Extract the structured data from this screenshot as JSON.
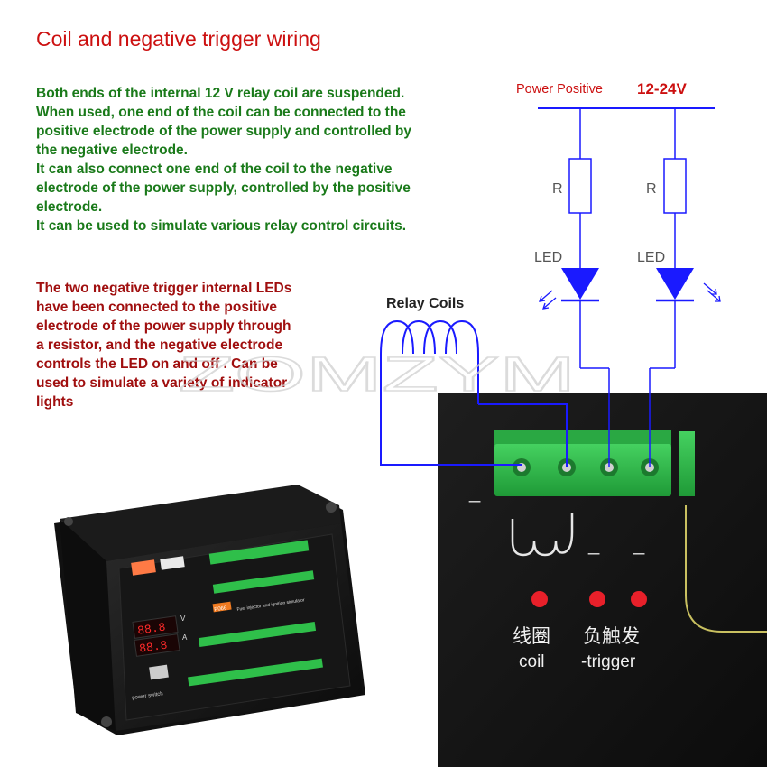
{
  "title": "Coil and negative trigger wiring",
  "paragraph1": [
    "Both ends of the internal 12 V relay coil are suspended.",
    "When used, one end of the coil can be connected to the",
    "positive electrode of the power supply and controlled by",
    "the negative electrode.",
    "It can also connect one end of the coil to the negative",
    "electrode of the power supply, controlled by the positive",
    "electrode.",
    "It can be used to simulate various relay control circuits."
  ],
  "paragraph2": [
    "The two negative trigger internal LEDs",
    "have been connected to the positive",
    "electrode of the power supply through",
    "a resistor, and the negative electrode",
    "controls the LED on and off . Can be",
    "used to simulate a variety of indicator",
    "lights"
  ],
  "diagram": {
    "power_label": "Power Positive",
    "power_voltage": "12-24V",
    "resistor_label_1": "R",
    "resistor_label_2": "R",
    "led_label_1": "LED",
    "led_label_2": "LED",
    "relay_coils_label": "Relay Coils",
    "watermark": "ZOMZYM"
  },
  "board": {
    "minus_sign": "_",
    "trigger_marks": [
      "_",
      "_"
    ],
    "coil_cn": "线圈",
    "coil_en": "coil",
    "trigger_cn": "负触发",
    "trigger_en": "-trigger"
  },
  "device": {
    "panel_title": "P066",
    "panel_subtitle": "Fuel injector and ignition simulator",
    "display_value_1": "88.8",
    "display_value_2": "88.8",
    "unit_v": "V",
    "unit_a": "A",
    "switch_label": "power switch"
  },
  "colors": {
    "title_red": "#cc1010",
    "text_green": "#1a7a1a",
    "text_dark_red": "#a00f0f",
    "wire_blue": "#1a1aff",
    "terminal_green": "#2fbf4a",
    "indicator_red": "#e8202a"
  }
}
